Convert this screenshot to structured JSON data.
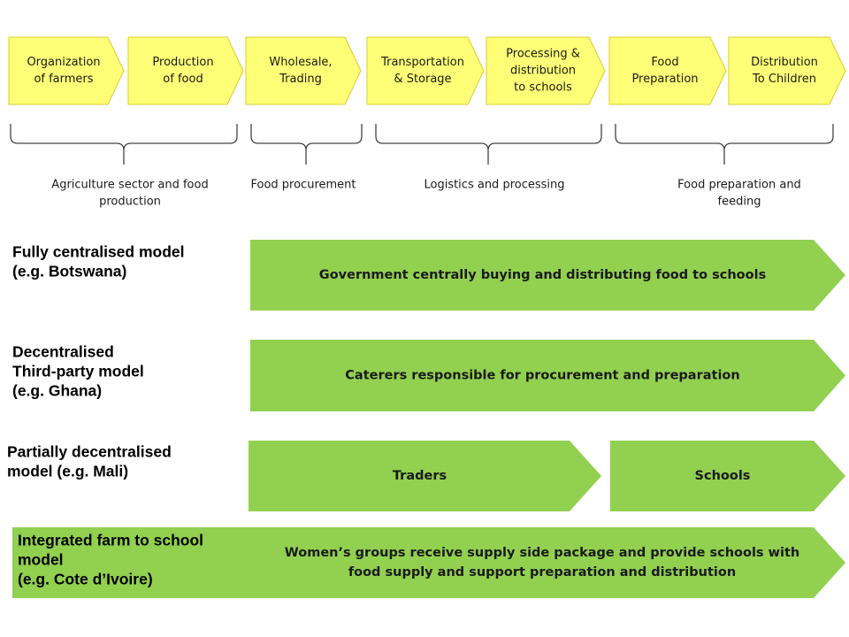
{
  "colors": {
    "step_fill": "#ffff77",
    "step_stroke": "#d8cc2c",
    "bar_fill": "#92d050",
    "bracket": "#444444"
  },
  "steps": [
    {
      "lines": [
        "Organization",
        "of farmers"
      ]
    },
    {
      "lines": [
        "Production",
        "of food"
      ]
    },
    {
      "lines": [
        "Wholesale,",
        "Trading"
      ]
    },
    {
      "lines": [
        "Transportation",
        "& Storage"
      ]
    },
    {
      "lines": [
        "Processing &",
        "distribution",
        "to schools"
      ]
    },
    {
      "lines": [
        "Food",
        "Preparation"
      ]
    },
    {
      "lines": [
        "Distribution",
        "To Children"
      ]
    }
  ],
  "phases": [
    {
      "lines": [
        "Agriculture sector and food",
        "production"
      ]
    },
    {
      "lines": [
        "Food procurement"
      ]
    },
    {
      "lines": [
        "Logistics and processing"
      ]
    },
    {
      "lines": [
        "Food preparation and",
        "feeding"
      ]
    }
  ],
  "models": [
    {
      "label_lines": [
        "Fully centralised model",
        "(e.g. Botswana)"
      ],
      "bars": [
        {
          "lines": [
            "Government centrally buying and distributing food to schools"
          ]
        }
      ]
    },
    {
      "label_lines": [
        "Decentralised",
        "Third-party model",
        "(e.g. Ghana)"
      ],
      "bars": [
        {
          "lines": [
            "Caterers responsible for procurement and preparation"
          ]
        }
      ]
    },
    {
      "label_lines": [
        "Partially decentralised",
        "model (e.g. Mali)"
      ],
      "bars": [
        {
          "lines": [
            "Traders"
          ]
        },
        {
          "lines": [
            "Schools"
          ]
        }
      ]
    },
    {
      "label_lines": [
        "Integrated farm to school",
        "model",
        "(e.g. Cote d’Ivoire)"
      ],
      "bars": [
        {
          "lines": [
            "Women’s groups receive supply side package and provide schools with",
            "food supply and support preparation and distribution"
          ]
        }
      ]
    }
  ]
}
